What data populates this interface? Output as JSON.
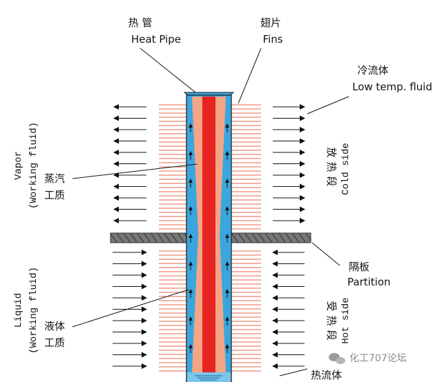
{
  "labels": {
    "heat_pipe_cn": "热 管",
    "heat_pipe_en": "Heat Pipe",
    "fins_cn": "翅片",
    "fins_en": "Fins",
    "cold_fluid_cn": "冷流体",
    "cold_fluid_en": "Low temp. fluid",
    "vapor_en": "Vapor",
    "vapor_working_fluid": "(Working fluid)",
    "vapor_cn_1": "蒸汽",
    "vapor_cn_2": "工质",
    "cold_side_cn": "放热段",
    "cold_side_en": "Cold side",
    "partition_cn": "隔板",
    "partition_en": "Partition",
    "liquid_en": "Liquid",
    "liquid_working_fluid": "(Working fluid)",
    "liquid_cn_1": "液体",
    "liquid_cn_2": "工质",
    "hot_side_cn": "受热段",
    "hot_side_en": "Hot side",
    "hot_fluid_cn": "热流体",
    "watermark": "化工707论坛"
  },
  "colors": {
    "wick": "#3aa6dd",
    "vapor_core": "#f4a585",
    "vapor_center": "#e52421",
    "fins": "#e8654a",
    "partition": "#6b6b6b",
    "arrows": "#111111"
  }
}
